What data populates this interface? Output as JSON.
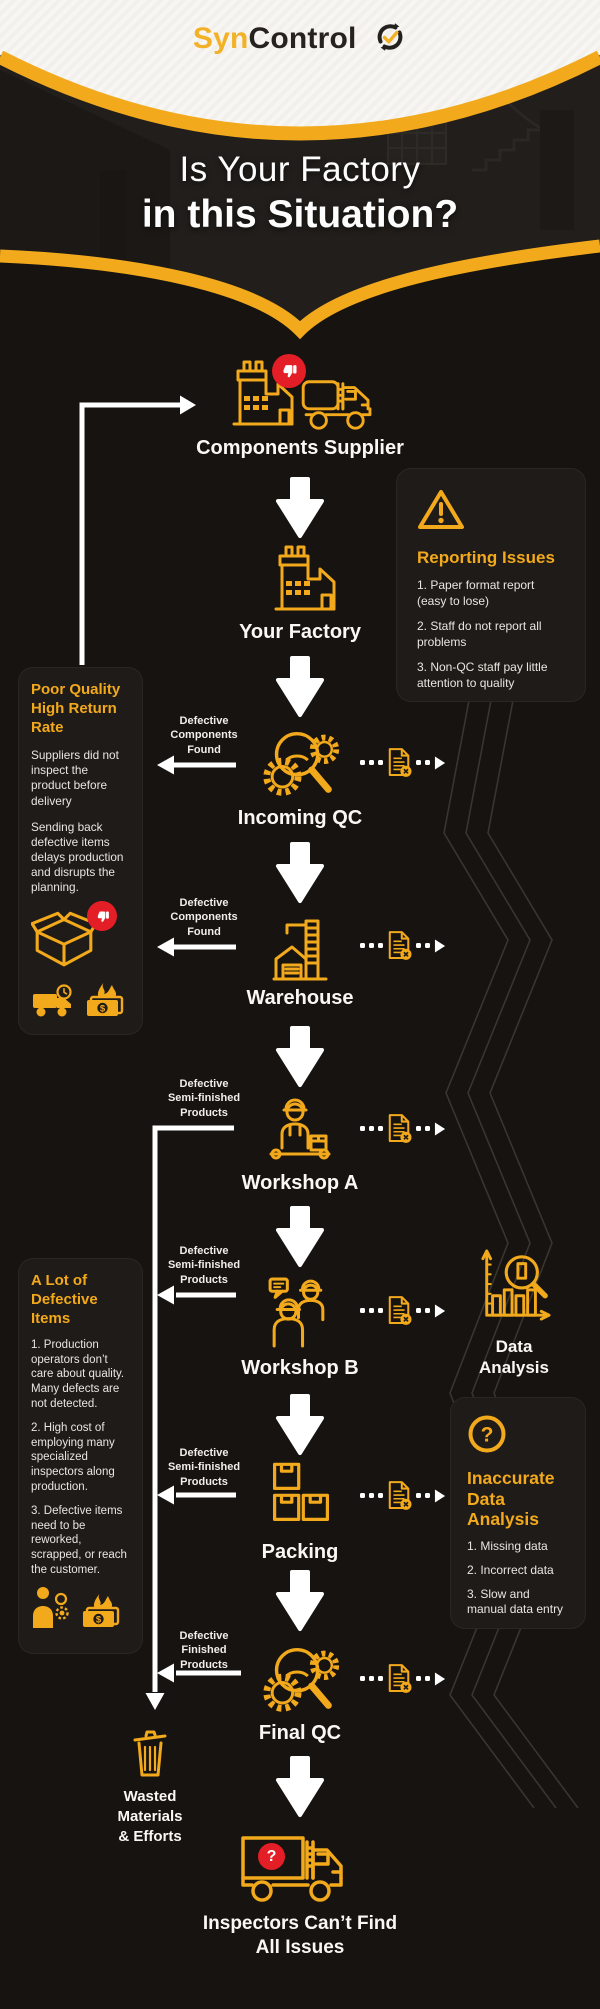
{
  "brand": {
    "name_accent": "Syn",
    "name_rest": "Control"
  },
  "hero": {
    "title_line1": "Is Your Factory",
    "title_line2": "in this Situation?"
  },
  "stations": {
    "supplier": {
      "label": "Components Supplier"
    },
    "factory": {
      "label": "Your Factory"
    },
    "incoming_qc": {
      "label": "Incoming QC"
    },
    "warehouse": {
      "label": "Warehouse"
    },
    "workshop_a": {
      "label": "Workshop A"
    },
    "workshop_b": {
      "label": "Workshop B"
    },
    "packing": {
      "label": "Packing"
    },
    "final_qc": {
      "label": "Final QC"
    },
    "inspectors": {
      "label": "Inspectors Can’t Find\nAll Issues"
    }
  },
  "reject_labels": {
    "incoming_qc": "Defective\nComponents\nFound",
    "warehouse": "Defective\nComponents\nFound",
    "workshop_a": "Defective\nSemi-finished\nProducts",
    "workshop_b": "Defective\nSemi-finished\nProducts",
    "packing": "Defective\nSemi-finished\nProducts",
    "final_qc": "Defective\nFinished\nProducts"
  },
  "callouts": {
    "reporting_issues": {
      "title": "Reporting Issues",
      "items": [
        "1. Paper format report (easy to lose)",
        "2. Staff do not report all problems",
        "3. Non-QC staff pay little attention to quality"
      ]
    },
    "poor_quality": {
      "title": "Poor Quality\nHigh Return\nRate",
      "paragraphs": [
        "Suppliers did not inspect the product before delivery",
        "Sending back defective items delays production and disrupts the planning."
      ]
    },
    "defective_items": {
      "title": "A Lot of\nDefective\nItems",
      "items": [
        "1.  Production operators don’t care about quality. Many defects are not detected.",
        "2. High cost of employing many specialized inspectors along production.",
        "3. Defective items need to be reworked, scrapped, or reach the customer."
      ]
    },
    "inaccurate_data": {
      "title": "Inaccurate\nData\nAnalysis",
      "items": [
        "1. Missing data",
        "2. Incorrect data",
        "3. Slow and manual data entry"
      ]
    }
  },
  "data_analysis": {
    "label": "Data\nAnalysis"
  },
  "wasted": {
    "label": "Wasted\nMaterials\n& Efforts"
  },
  "colors": {
    "accent": "#F2A91C",
    "alert_red": "#E41E26",
    "background": "#161310",
    "panel": "#1F1B18",
    "header_background": "#F7F5F2",
    "title_text": "#FFFFFF"
  }
}
